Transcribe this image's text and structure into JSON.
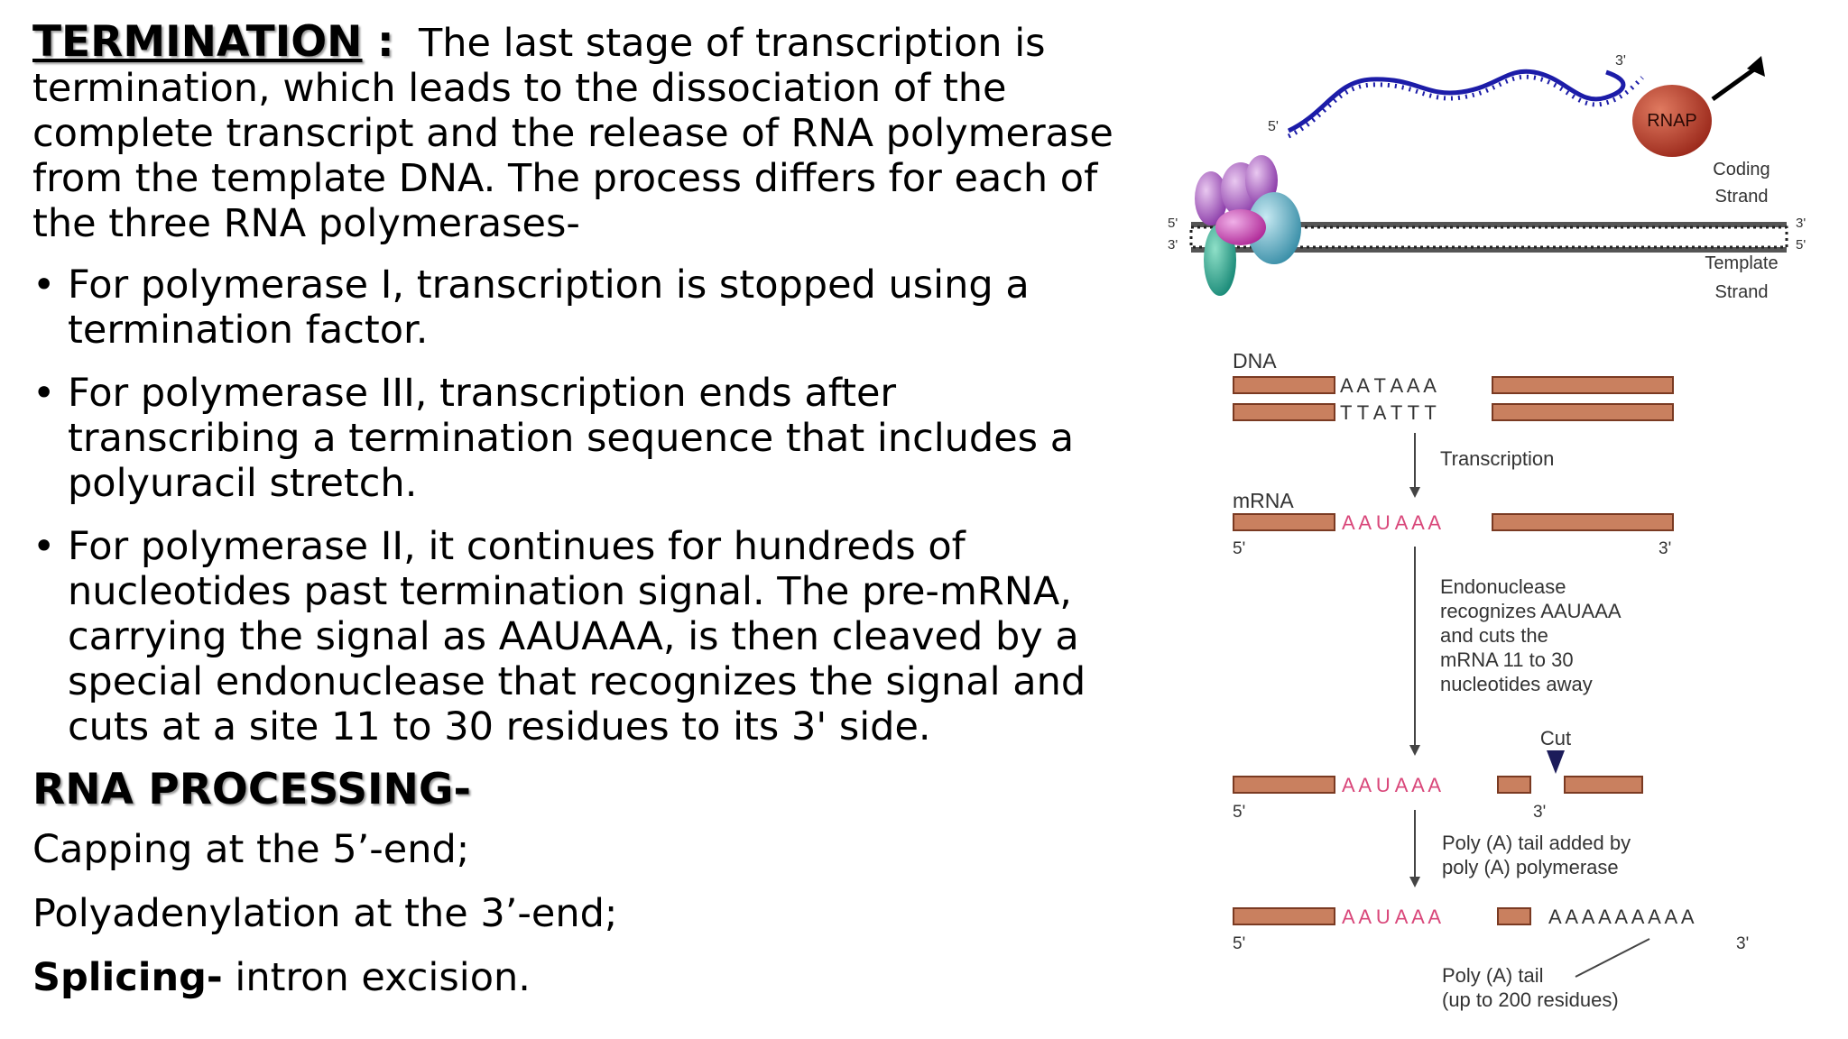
{
  "termination": {
    "heading": "TERMINATION",
    "colon": " :",
    "intro": "The last stage of transcription is termination, which leads to the dissociation of the complete transcript and the release of RNA polymerase from the template DNA. The process differs for each of the three RNA polymerases-",
    "bullets": [
      "For polymerase I, transcription is stopped using a termination factor.",
      "For polymerase III, transcription ends after transcribing a termination sequence that includes a polyuracil stretch.",
      "For polymerase II, it continues for hundreds of nucleotides past termination signal. The pre-mRNA, carrying the signal as AAUAAA, is then cleaved by a special endonuclease that recognizes the signal and cuts at a site 11 to 30 residues to its 3' side."
    ]
  },
  "rna_processing": {
    "heading": "RNA PROCESSING-",
    "lines": [
      "Capping at the 5’-end;",
      "Polyadenylation at the 3’-end;"
    ],
    "splicing_bold": "Splicing-",
    "splicing_rest": " intron excision."
  },
  "top_figure": {
    "rna_5": "5'",
    "rna_3": "3'",
    "rnap": "RNAP",
    "coding_1": "Coding",
    "coding_2": "Strand",
    "template_1": "Template",
    "template_2": "Strand",
    "left_5": "5'",
    "left_3": "3'",
    "right_3": "3'",
    "right_5": "5'"
  },
  "bottom_figure": {
    "dna_label": "DNA",
    "seq_top": "A A T A A A",
    "seq_bottom": "T T A T T T",
    "step1": "Transcription",
    "mrna_label": "mRNA",
    "signal": "A A U A A A",
    "five": "5'",
    "three": "3'",
    "step2": [
      "Endonuclease",
      "recognizes AAUAAA",
      "and cuts the",
      "mRNA 11 to 30",
      "nucleotides away"
    ],
    "cut": "Cut",
    "step3": [
      "Poly (A) tail added by",
      "poly (A) polymerase"
    ],
    "poly_a": "A A A A A A A A A",
    "tail_label": [
      "Poly (A) tail",
      "(up to 200 residues)"
    ]
  },
  "colors": {
    "bar_fill": "#c9805f",
    "bar_stroke": "#7a3a22",
    "signal_pink": "#d9477a",
    "rna_blue": "#1c1ca8",
    "rnap_red": "#b23a2a"
  }
}
